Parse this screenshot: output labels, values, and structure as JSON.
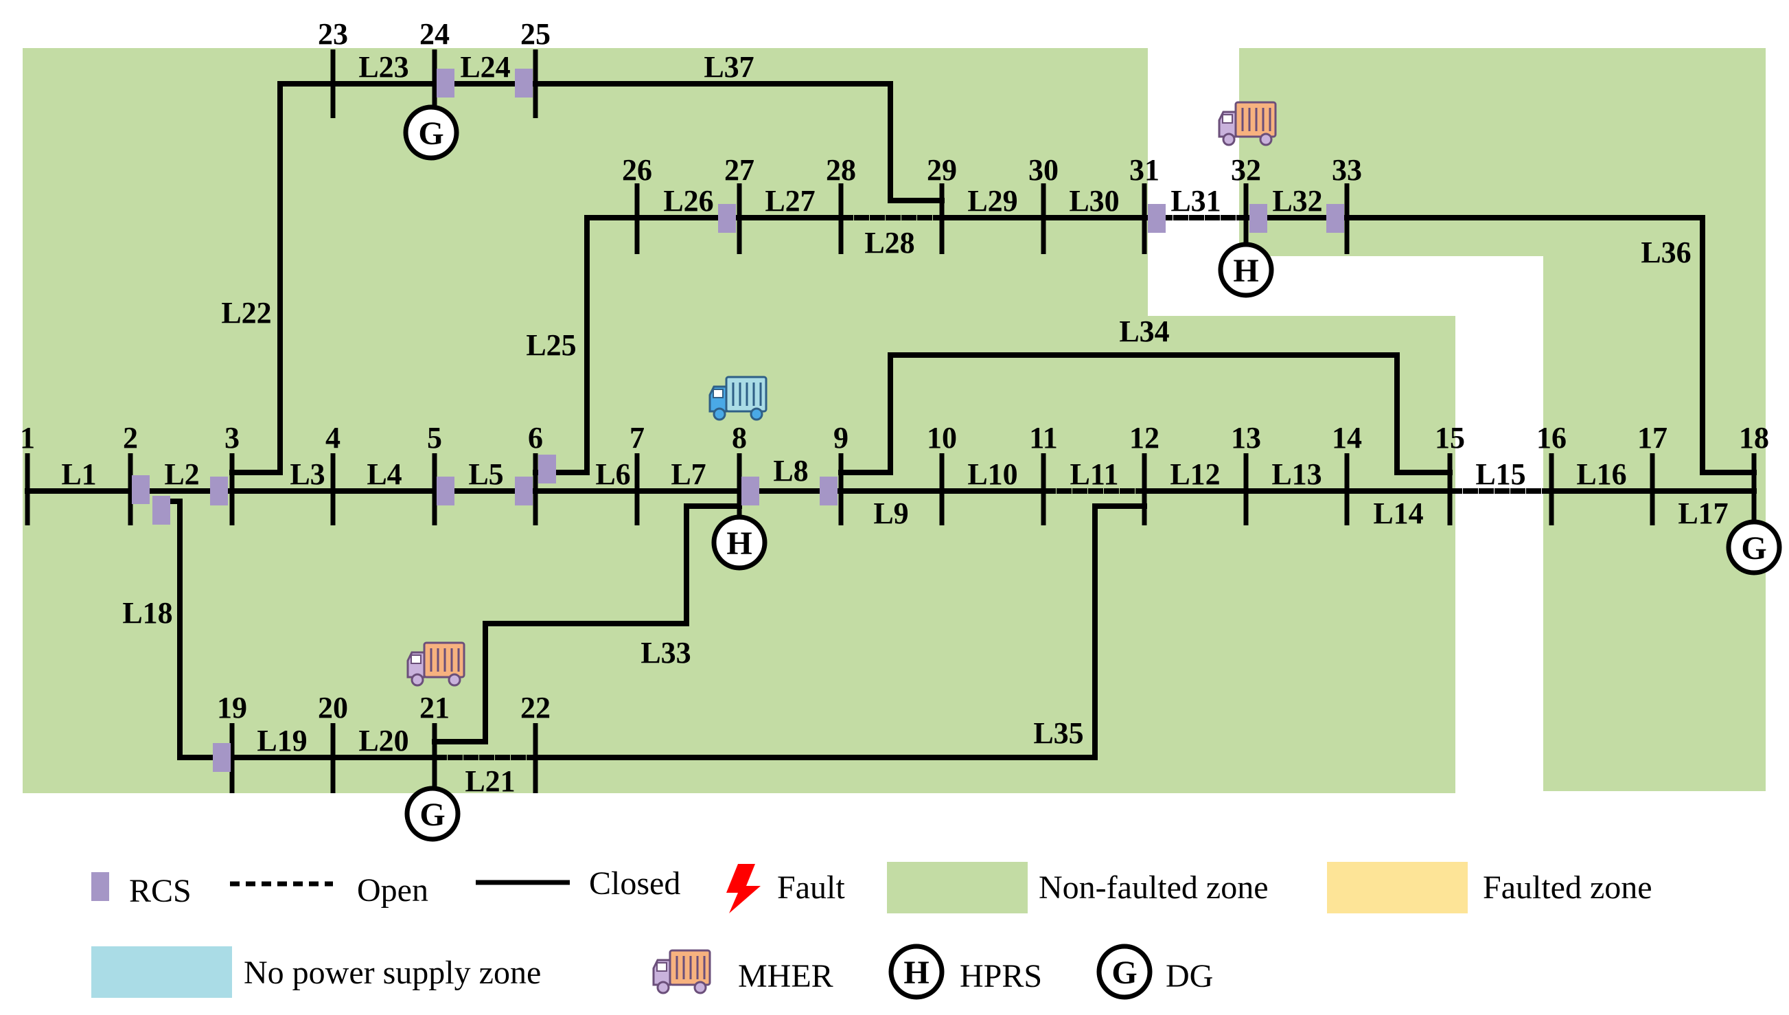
{
  "colors": {
    "non_faulted_zone": "#c3dca4",
    "faulted_zone": "#fde497",
    "no_power_zone": "#aadce6",
    "rcs": "#a596c6",
    "fault": "#ff0000",
    "line": "#000000"
  },
  "buses": [
    "1",
    "2",
    "3",
    "4",
    "5",
    "6",
    "7",
    "8",
    "9",
    "10",
    "11",
    "12",
    "13",
    "14",
    "15",
    "16",
    "17",
    "18",
    "19",
    "20",
    "21",
    "22",
    "23",
    "24",
    "25",
    "26",
    "27",
    "28",
    "29",
    "30",
    "31",
    "32",
    "33"
  ],
  "lines": [
    {
      "id": "L1",
      "label": "L1",
      "status": "closed"
    },
    {
      "id": "L2",
      "label": "L2",
      "status": "closed"
    },
    {
      "id": "L3",
      "label": "L3",
      "status": "closed"
    },
    {
      "id": "L4",
      "label": "L4",
      "status": "closed"
    },
    {
      "id": "L5",
      "label": "L5",
      "status": "closed"
    },
    {
      "id": "L6",
      "label": "L6",
      "status": "closed"
    },
    {
      "id": "L7",
      "label": "L7",
      "status": "closed"
    },
    {
      "id": "L8",
      "label": "L8",
      "status": "closed"
    },
    {
      "id": "L9",
      "label": "L9",
      "status": "closed"
    },
    {
      "id": "L10",
      "label": "L10",
      "status": "closed"
    },
    {
      "id": "L11",
      "label": "L11",
      "status": "open"
    },
    {
      "id": "L12",
      "label": "L12",
      "status": "closed"
    },
    {
      "id": "L13",
      "label": "L13",
      "status": "closed"
    },
    {
      "id": "L14",
      "label": "L14",
      "status": "closed"
    },
    {
      "id": "L15",
      "label": "L15",
      "status": "open"
    },
    {
      "id": "L16",
      "label": "L16",
      "status": "closed"
    },
    {
      "id": "L17",
      "label": "L17",
      "status": "closed"
    },
    {
      "id": "L18",
      "label": "L18",
      "status": "closed"
    },
    {
      "id": "L19",
      "label": "L19",
      "status": "closed"
    },
    {
      "id": "L20",
      "label": "L20",
      "status": "closed"
    },
    {
      "id": "L21",
      "label": "L21",
      "status": "open"
    },
    {
      "id": "L22",
      "label": "L22",
      "status": "closed"
    },
    {
      "id": "L23",
      "label": "L23",
      "status": "closed"
    },
    {
      "id": "L24",
      "label": "L24",
      "status": "closed"
    },
    {
      "id": "L25",
      "label": "L25",
      "status": "closed"
    },
    {
      "id": "L26",
      "label": "L26",
      "status": "closed"
    },
    {
      "id": "L27",
      "label": "L27",
      "status": "closed"
    },
    {
      "id": "L28",
      "label": "L28",
      "status": "open"
    },
    {
      "id": "L29",
      "label": "L29",
      "status": "closed"
    },
    {
      "id": "L30",
      "label": "L30",
      "status": "closed"
    },
    {
      "id": "L31",
      "label": "L31",
      "status": "open"
    },
    {
      "id": "L32",
      "label": "L32",
      "status": "closed"
    },
    {
      "id": "L33",
      "label": "L33",
      "status": "closed"
    },
    {
      "id": "L34",
      "label": "L34",
      "status": "closed"
    },
    {
      "id": "L35",
      "label": "L35",
      "status": "closed"
    },
    {
      "id": "L36",
      "label": "L36",
      "status": "closed"
    },
    {
      "id": "L37",
      "label": "L37",
      "status": "closed"
    }
  ],
  "dg_symbol": "G",
  "hprs_symbol": "H",
  "legend": {
    "rcs": "RCS",
    "open": "Open",
    "closed": "Closed",
    "fault": "Fault",
    "non_faulted_zone": "Non-faulted zone",
    "faulted_zone": "Faulted zone",
    "no_power_zone": "No power supply zone",
    "mher": "MHER",
    "hprs": "HPRS",
    "dg": "DG"
  },
  "truck_icons": [
    {
      "name": "mher-truck-orange",
      "cargo_color": "#f7b27f",
      "cab_color": "#c9b2dc"
    },
    {
      "name": "mher-truck-blue",
      "cargo_color": "#aadce6",
      "cab_color": "#4aa9e6"
    }
  ]
}
